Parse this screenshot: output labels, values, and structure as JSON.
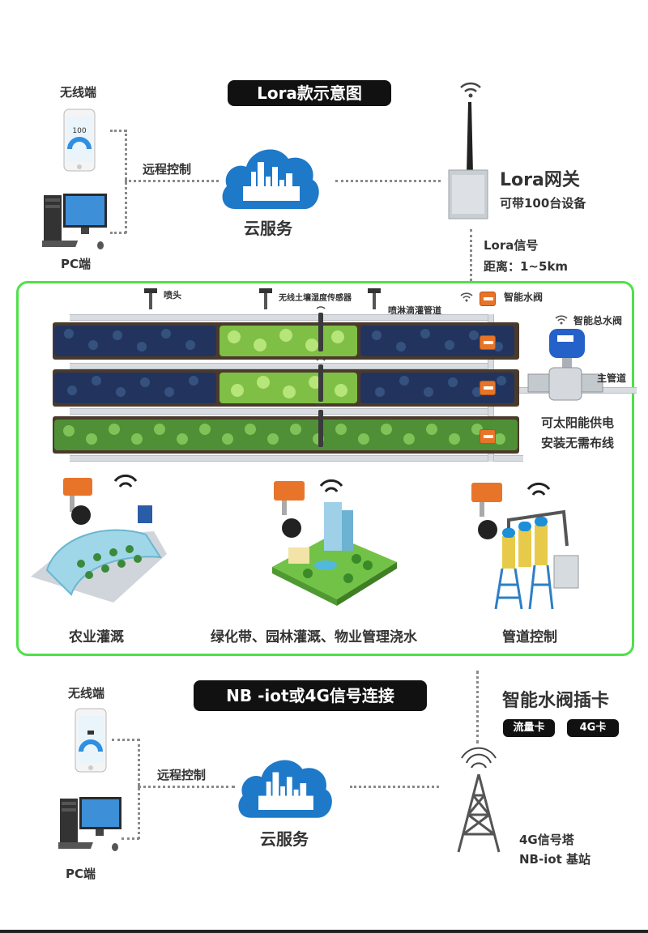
{
  "lora_section": {
    "title": "Lora款示意图",
    "wireless_label": "无线端",
    "pc_label": "PC端",
    "remote_label": "远程控制",
    "cloud_label": "云服务",
    "gateway_title": "Lora网关",
    "gateway_sub": "可带100台设备",
    "signal_line1": "Lora信号",
    "signal_line2": "距离：1~5km"
  },
  "field": {
    "sprinkler_label": "喷头",
    "sensor_label": "无线土壤湿度传感器",
    "pipe_label": "喷淋滴灌管道",
    "smart_valve_label": "智能水阀",
    "main_valve_label": "智能总水阀",
    "main_pipe_label": "主管道",
    "solar_line1": "可太阳能供电",
    "solar_line2": "安装无需布线"
  },
  "apps": [
    {
      "label": "农业灌溉"
    },
    {
      "label": "绿化带、园林灌溉、物业管理浇水"
    },
    {
      "label": "管道控制"
    }
  ],
  "nb_section": {
    "title": "NB -iot或4G信号连接",
    "wireless_label": "无线端",
    "pc_label": "PC端",
    "remote_label": "远程控制",
    "cloud_label": "云服务",
    "card_title": "智能水阀插卡",
    "badge_flow": "流量卡",
    "badge_4g": "4G卡",
    "tower_line1": "4G信号塔",
    "tower_line2": "NB-iot 基站"
  },
  "phone_screen": {
    "value": "100"
  },
  "colors": {
    "green_border": "#4fe04a",
    "cloud_blue": "#1e79c9",
    "valve_orange": "#e8742a"
  }
}
